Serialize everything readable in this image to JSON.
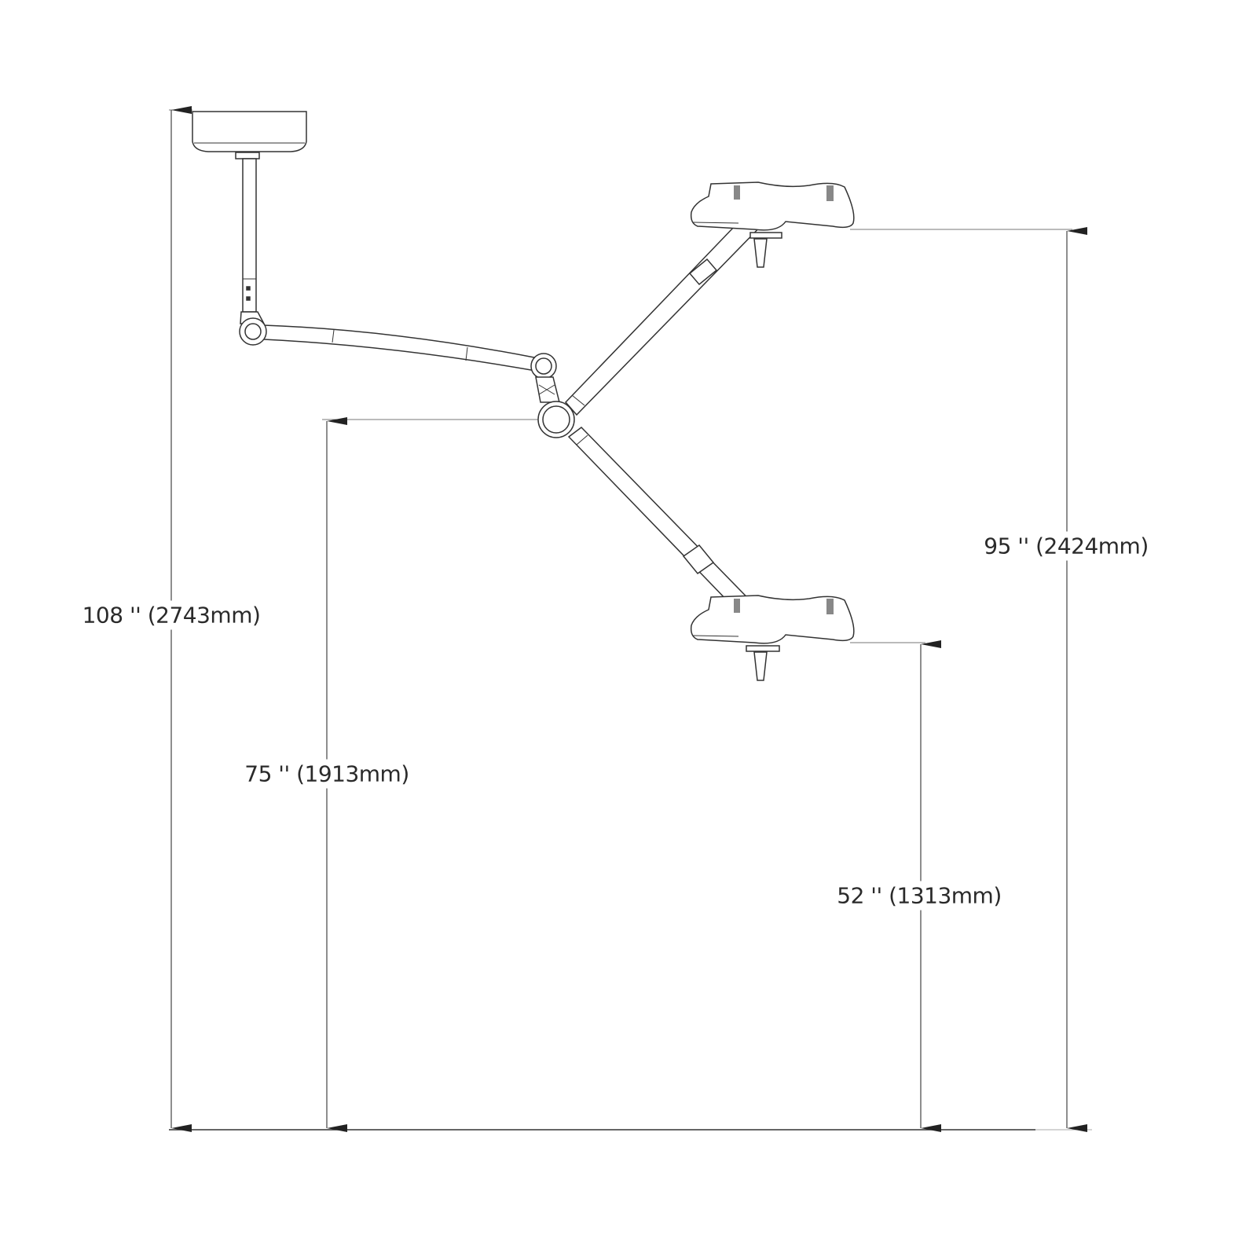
{
  "dimensions": {
    "total_height": {
      "label": "108 '' (2743mm)",
      "inches": 108,
      "mm": 2743
    },
    "arm_joint_height": {
      "label": "75 '' (1913mm)",
      "inches": 75,
      "mm": 1913
    },
    "lower_lamp_height": {
      "label": "52 '' (1313mm)",
      "inches": 52,
      "mm": 1313
    },
    "upper_lamp_height": {
      "label": "95 '' (2424mm)",
      "inches": 95,
      "mm": 2424
    }
  },
  "colors": {
    "line": "#2a2a2a",
    "dimension": "#555555"
  }
}
